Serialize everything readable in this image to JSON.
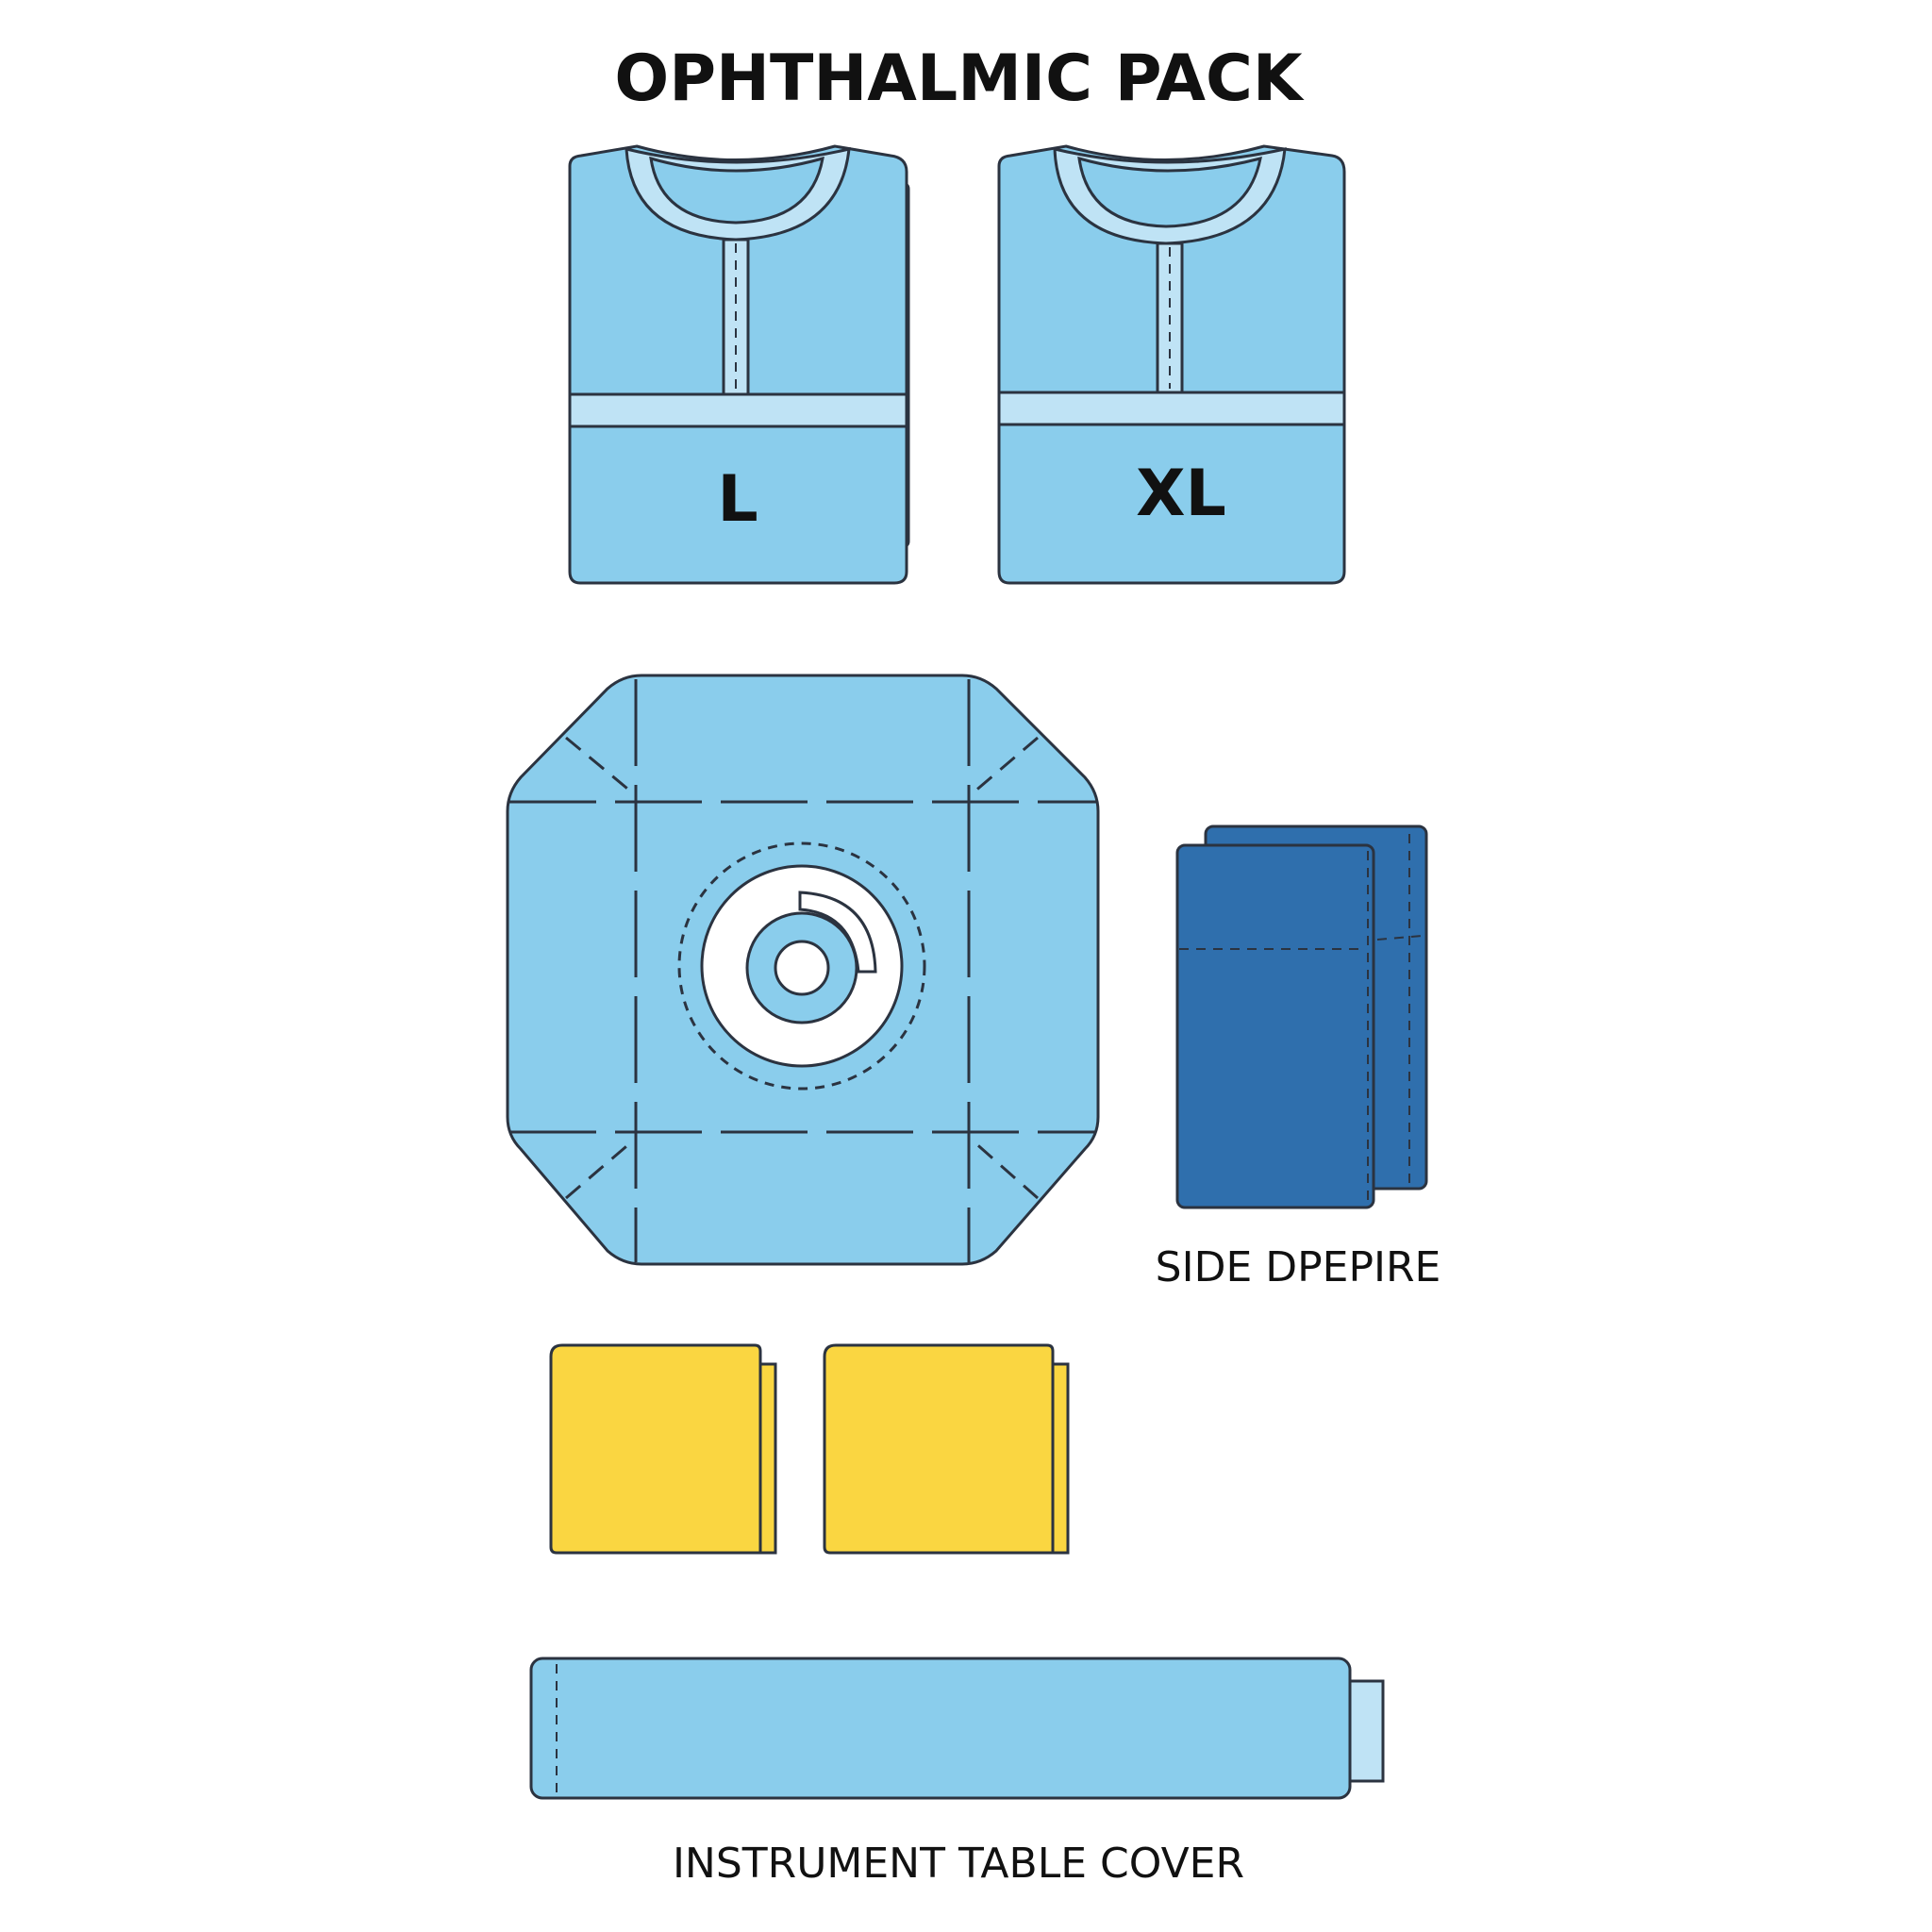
{
  "title": "OPHTHALMIC PACK",
  "gowns": [
    {
      "size_label": "L"
    },
    {
      "size_label": "XL"
    }
  ],
  "items": {
    "eye_drape": {
      "label": ""
    },
    "side_drape": {
      "label": "SIDE DPEPIRE"
    },
    "towels": {
      "count": 2
    },
    "instrument_table_cover": {
      "label": "INSTRUMENT TABLE COVER"
    }
  },
  "colors": {
    "gown_blue": "#8acdec",
    "trim_blue": "#bfe3f5",
    "side_drape_blue": "#2f6fad",
    "towel_yellow": "#fad641",
    "outline": "#2b3340",
    "background": "#ffffff"
  }
}
